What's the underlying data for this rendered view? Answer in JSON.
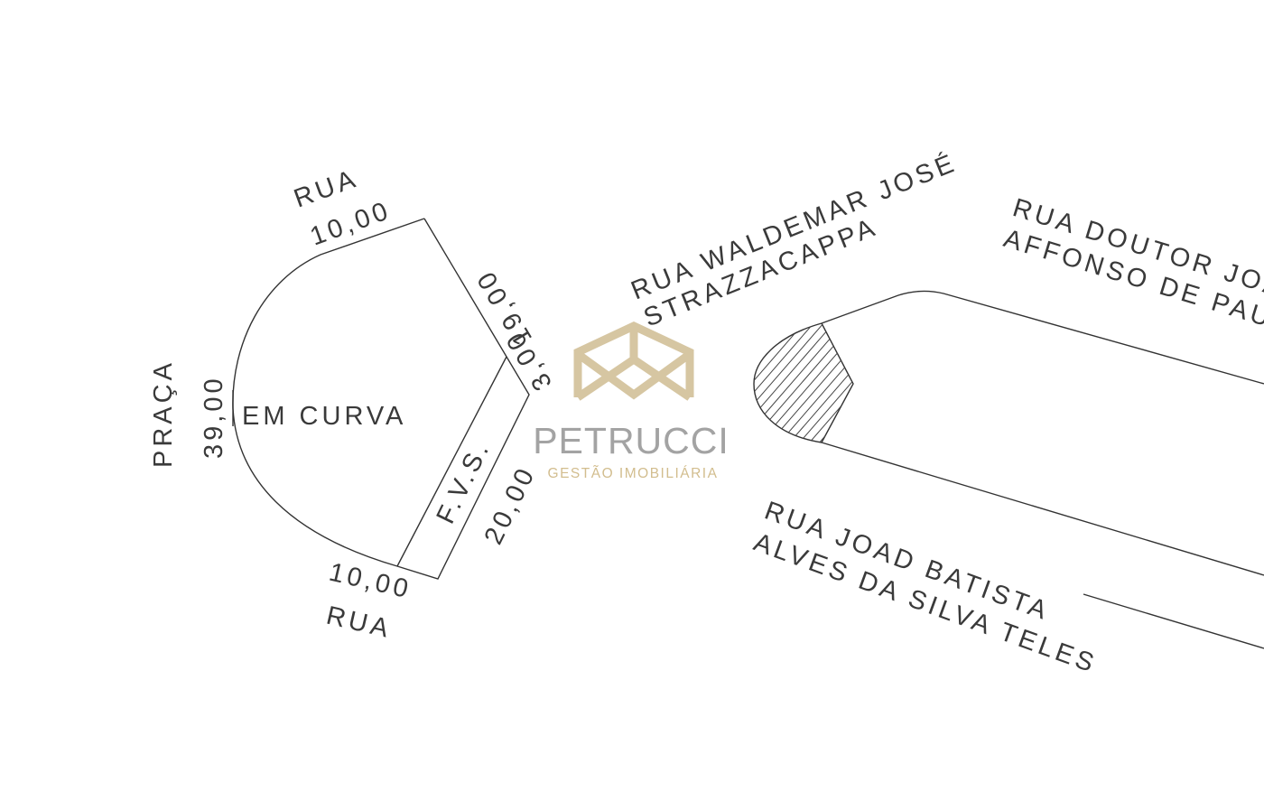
{
  "left_lot": {
    "street_top": "RUA",
    "front_top": "10,00",
    "side_right_1": "19,00",
    "side_right_2": "3,00",
    "curve_length": "39,00",
    "praca": "PRAÇA",
    "curve_label": "EM CURVA",
    "strip_label": "F.V.S.",
    "strip_length": "20,00",
    "front_bottom": "10,00",
    "street_bottom": "RUA"
  },
  "streets": {
    "waldemar_line1": "RUA WALDEMAR JOSÉ",
    "waldemar_line2": "STRAZZACAPPA",
    "affonso_line1": "RUA DOUTOR JOA",
    "affonso_line2": "AFFONSO DE PAU",
    "joao_line1": "RUA JOAD BATISTA",
    "joao_line2": "ALVES DA SILVA TELES"
  },
  "watermark": {
    "brand": "PETRUCCI",
    "tagline": "GESTÃO IMOBILIÁRIA"
  },
  "colors": {
    "logo_gold": "#d6c6a2",
    "brand_gray": "#a3a3a3",
    "line": "#333333"
  }
}
